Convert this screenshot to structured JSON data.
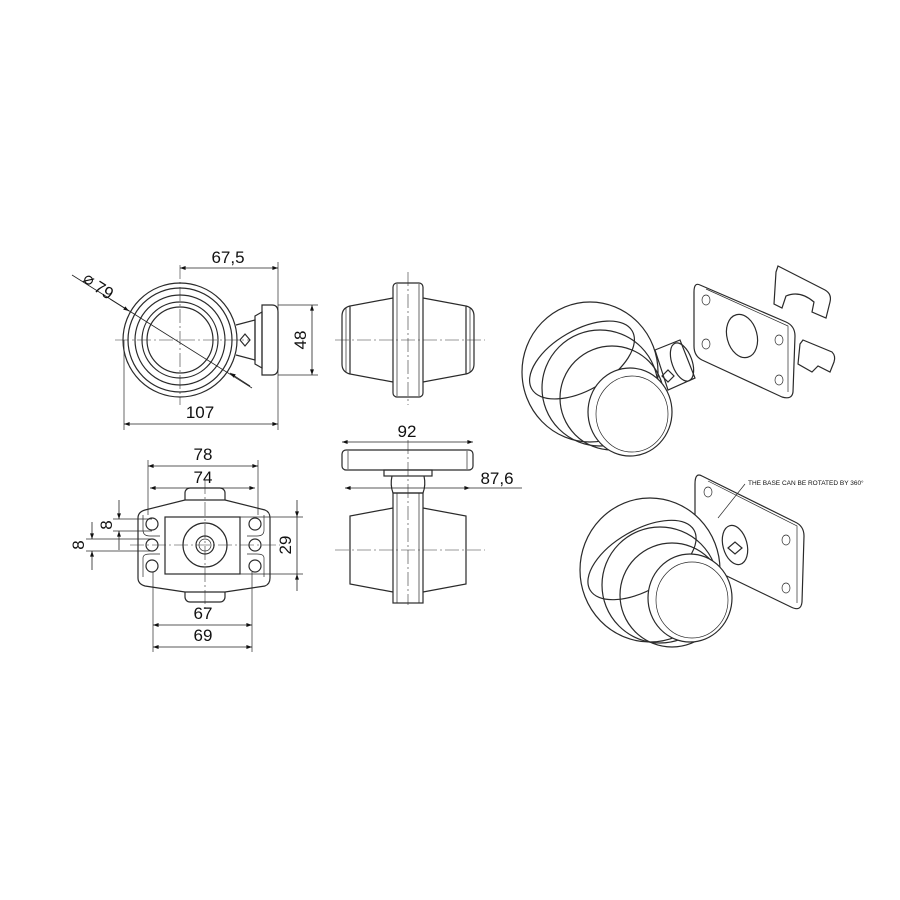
{
  "drawing": {
    "front_view": {
      "diameter_label": "79",
      "diameter_symbol": "⌀",
      "width_to_center_label": "67,5",
      "overall_width_label": "107",
      "mount_height_label": "48"
    },
    "base_view": {
      "width_outer_label": "78",
      "width_inner_label": "74",
      "hole_spacing_label": "67",
      "hole_span_label": "69",
      "height_label": "29",
      "slot_pitch_label_1": "8",
      "slot_pitch_label_2": "8"
    },
    "side_view": {
      "plate_width_label": "92",
      "body_width_label": "87,6"
    },
    "isometric": {
      "note": "THE BASE CAN BE ROTATED BY 360°"
    },
    "line_color": "#2a2a2a",
    "background_color": "#ffffff"
  }
}
